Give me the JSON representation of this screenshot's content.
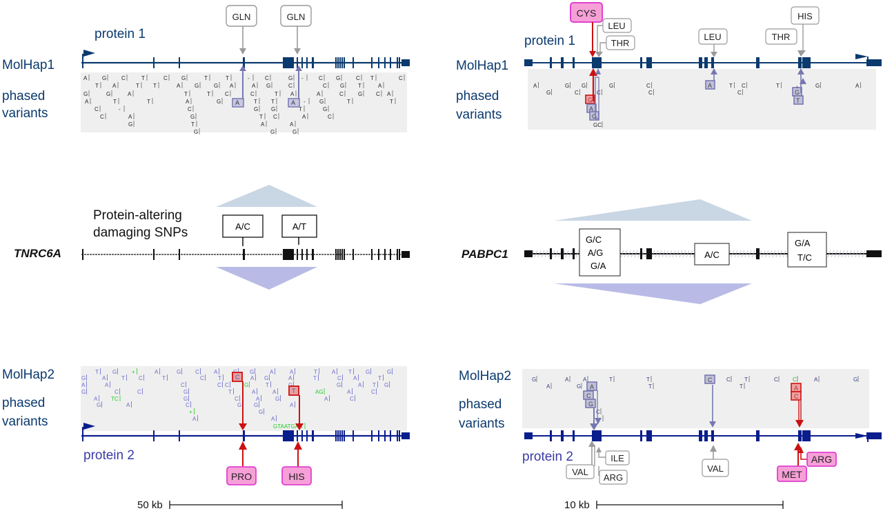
{
  "colors": {
    "hap1_navy": "#0b3a6e",
    "hap2_blue": "#0a1d8c",
    "hap2_text": "#3a3aa8",
    "variant_blue": "#6a6acd",
    "variant_green": "#22cc22",
    "highlight_box": "#7777b0",
    "highlight_red": "#cc1111",
    "pink_fill": "#f7a0d8",
    "pink_border": "#e040d0",
    "panel_bg": "#efefef",
    "gray_arrow": "#9a9a9a",
    "trap_top": "#c9d6e4",
    "trap_bottom": "#b9bbe6"
  },
  "left": {
    "gene": "TNRC6A",
    "protein1_label": "protein 1",
    "molhap1_label": "MolHap1",
    "phased_label_1": "phased",
    "phased_label_2": "variants",
    "molhap2_label": "MolHap2",
    "protein2_label": "protein 2",
    "annotation_title_1": "Protein-altering",
    "annotation_title_2": "damaging SNPs",
    "snps": [
      "A/C",
      "A/T"
    ],
    "hap1_aa": [
      "GLN",
      "GLN"
    ],
    "hap2_aa": [
      "PRO",
      "HIS"
    ],
    "hap1_variants": [
      {
        "t": "A",
        "c": 0,
        "r": 0
      },
      {
        "t": "G",
        "c": 1,
        "r": 0
      },
      {
        "t": "C",
        "c": 2,
        "r": 0
      },
      {
        "t": "T",
        "c": 3,
        "r": 0
      },
      {
        "t": "C",
        "c": 4,
        "r": 0
      },
      {
        "t": "G",
        "c": 5,
        "r": 0
      },
      {
        "t": "T",
        "c": 6,
        "r": 0
      },
      {
        "t": "T",
        "c": 7,
        "r": 0
      },
      {
        "t": "-",
        "c": 8,
        "r": 0
      },
      {
        "t": "C",
        "c": 9,
        "r": 0
      },
      {
        "t": "G",
        "c": 10,
        "r": 0
      },
      {
        "t": "-",
        "c": 11,
        "r": 0
      },
      {
        "t": "C",
        "c": 12,
        "r": 0
      },
      {
        "t": "G",
        "c": 13,
        "r": 0
      },
      {
        "t": "C",
        "c": 14,
        "r": 0
      },
      {
        "t": "T",
        "c": 15,
        "r": 0
      },
      {
        "t": "C",
        "c": 16,
        "r": 0
      },
      {
        "t": "",
        "c": 0,
        "r": 1
      },
      {
        "t": "T",
        "c": 1,
        "r": 1
      },
      {
        "t": "A",
        "c": 2,
        "r": 1
      },
      {
        "t": "T",
        "c": 3,
        "r": 1
      },
      {
        "t": "T",
        "c": 4,
        "r": 1
      },
      {
        "t": "A",
        "c": 5,
        "r": 1
      },
      {
        "t": "G",
        "c": 6,
        "r": 1
      },
      {
        "t": "G",
        "c": 7,
        "r": 1
      },
      {
        "t": "A",
        "c": 8,
        "r": 1
      },
      {
        "t": "A",
        "c": 9,
        "r": 1
      },
      {
        "t": "G",
        "c": 10,
        "r": 1
      },
      {
        "t": "C",
        "c": 11,
        "r": 1
      },
      {
        "t": "C",
        "c": 12,
        "r": 1
      },
      {
        "t": "G",
        "c": 13,
        "r": 1
      },
      {
        "t": "T",
        "c": 14,
        "r": 1
      },
      {
        "t": "A",
        "c": 15,
        "r": 1
      },
      {
        "t": "G",
        "c": 0,
        "r": 2
      },
      {
        "t": "G",
        "c": 1,
        "r": 2
      },
      {
        "t": "A",
        "c": 2,
        "r": 2
      },
      {
        "t": "T",
        "c": 3,
        "r": 2
      },
      {
        "t": "T",
        "c": 4,
        "r": 2
      },
      {
        "t": "C",
        "c": 5,
        "r": 2
      },
      {
        "t": "C",
        "c": 6,
        "r": 2
      },
      {
        "t": "T",
        "c": 7,
        "r": 2
      },
      {
        "t": "A",
        "c": 8,
        "r": 2
      },
      {
        "t": "A",
        "c": 9,
        "r": 2
      },
      {
        "t": "C",
        "c": 10,
        "r": 2
      },
      {
        "t": "G",
        "c": 11,
        "r": 2
      },
      {
        "t": "C",
        "c": 12,
        "r": 2
      },
      {
        "t": "A",
        "c": 13,
        "r": 2
      },
      {
        "t": "A",
        "c": 0,
        "r": 3
      },
      {
        "t": "T",
        "c": 1,
        "r": 3
      },
      {
        "t": "T",
        "c": 2,
        "r": 3
      },
      {
        "t": "A",
        "c": 3,
        "r": 3
      },
      {
        "t": "G",
        "c": 4,
        "r": 3
      },
      {
        "t": "T",
        "c": 5,
        "r": 3
      },
      {
        "t": "T",
        "c": 6,
        "r": 3
      },
      {
        "t": "-",
        "c": 7,
        "r": 3
      },
      {
        "t": "G",
        "c": 8,
        "r": 3
      },
      {
        "t": "T",
        "c": 9,
        "r": 3
      },
      {
        "t": "T",
        "c": 10,
        "r": 3
      },
      {
        "t": "C",
        "c": 0,
        "r": 4
      },
      {
        "t": "-",
        "c": 1,
        "r": 4
      },
      {
        "t": "C",
        "c": 2,
        "r": 4
      },
      {
        "t": "G",
        "c": 3,
        "r": 4
      },
      {
        "t": "G",
        "c": 4,
        "r": 4
      },
      {
        "t": "T",
        "c": 5,
        "r": 4
      },
      {
        "t": "G",
        "c": 6,
        "r": 4
      },
      {
        "t": "C",
        "c": 0,
        "r": 5
      },
      {
        "t": "A",
        "c": 1,
        "r": 5
      },
      {
        "t": "G",
        "c": 2,
        "r": 5
      },
      {
        "t": "T",
        "c": 3,
        "r": 5
      },
      {
        "t": "C",
        "c": 4,
        "r": 5
      },
      {
        "t": "A",
        "c": 5,
        "r": 5
      },
      {
        "t": "C",
        "c": 6,
        "r": 5
      },
      {
        "t": "G",
        "c": 0,
        "r": 6
      },
      {
        "t": "T",
        "c": 1,
        "r": 6
      },
      {
        "t": "A",
        "c": 2,
        "r": 6
      },
      {
        "t": "A",
        "c": 3,
        "r": 6
      },
      {
        "t": "G",
        "c": 0,
        "r": 7
      },
      {
        "t": "G",
        "c": 1,
        "r": 7
      },
      {
        "t": "G",
        "c": 2,
        "r": 7
      }
    ],
    "hap1_boxed": [
      "A",
      "A"
    ],
    "hap2_variants": [
      {
        "t": "T",
        "g": false
      },
      {
        "t": "G",
        "g": false
      },
      {
        "t": "+",
        "g": true
      },
      {
        "t": "A",
        "g": false
      },
      {
        "t": "G",
        "g": false
      },
      {
        "t": "C",
        "g": false
      },
      {
        "t": "A",
        "g": false
      },
      {
        "t": "C",
        "g": false
      },
      {
        "t": "G",
        "g": false
      },
      {
        "t": "A",
        "g": false
      },
      {
        "t": "A",
        "g": false
      },
      {
        "t": "T",
        "g": false
      },
      {
        "t": "A",
        "g": false
      },
      {
        "t": "T",
        "g": false
      },
      {
        "t": "G",
        "g": false
      },
      {
        "t": "G",
        "g": false
      },
      {
        "t": "G",
        "g": false
      },
      {
        "t": "A",
        "g": false
      },
      {
        "t": "T",
        "g": false
      },
      {
        "t": "C",
        "g": false
      },
      {
        "t": "T",
        "g": false
      },
      {
        "t": "C",
        "g": false
      },
      {
        "t": "T",
        "g": false
      },
      {
        "t": "A",
        "g": false
      },
      {
        "t": "G",
        "g": false
      },
      {
        "t": "A",
        "g": false
      },
      {
        "t": "T",
        "g": false
      },
      {
        "t": "C",
        "g": false
      },
      {
        "t": "A",
        "g": false
      },
      {
        "t": "T",
        "g": false
      },
      {
        "t": "A",
        "g": false
      },
      {
        "t": "A",
        "g": false
      },
      {
        "t": "C",
        "g": false
      },
      {
        "t": "C",
        "g": false
      },
      {
        "t": "C",
        "g": false
      },
      {
        "t": "G",
        "g": true
      },
      {
        "t": "T",
        "g": false
      },
      {
        "t": "G",
        "g": false
      },
      {
        "t": "G",
        "g": false
      },
      {
        "t": "A",
        "g": false
      },
      {
        "t": "T",
        "g": false
      },
      {
        "t": "G",
        "g": false
      },
      {
        "t": "G",
        "g": false
      },
      {
        "t": "C",
        "g": false
      },
      {
        "t": "C",
        "g": false
      },
      {
        "t": "G",
        "g": false
      },
      {
        "t": "T",
        "g": false
      },
      {
        "t": "A",
        "g": false
      },
      {
        "t": "A",
        "g": false
      },
      {
        "t": "AG",
        "g": true
      },
      {
        "t": "A",
        "g": false
      },
      {
        "t": "C",
        "g": false
      },
      {
        "t": "A",
        "g": false
      },
      {
        "t": "TC",
        "g": true
      },
      {
        "t": "G",
        "g": false
      },
      {
        "t": "C",
        "g": false
      },
      {
        "t": "A",
        "g": false
      },
      {
        "t": "G",
        "g": false
      },
      {
        "t": "A",
        "g": false
      },
      {
        "t": "C",
        "g": false
      },
      {
        "t": "G",
        "g": false
      },
      {
        "t": "A",
        "g": false
      },
      {
        "t": "C",
        "g": false
      },
      {
        "t": "G",
        "g": false
      },
      {
        "t": "G",
        "g": false
      },
      {
        "t": "A",
        "g": false
      },
      {
        "t": "+",
        "g": true
      },
      {
        "t": "G",
        "g": false
      },
      {
        "t": "A",
        "g": false
      },
      {
        "t": "A",
        "g": false
      },
      {
        "t": "GTAATGAA",
        "g": true
      }
    ],
    "hap2_boxed": [
      "C",
      "T"
    ],
    "scale_label": "50 kb"
  },
  "right": {
    "gene": "PABPC1",
    "protein1_label": "protein 1",
    "molhap1_label": "MolHap1",
    "phased_label_1": "phased",
    "phased_label_2": "variants",
    "molhap2_label": "MolHap2",
    "protein2_label": "protein 2",
    "snp_boxes": [
      [
        "G/C",
        "A/G",
        "G/A"
      ],
      [
        "A/C"
      ],
      [
        "G/A",
        "T/C"
      ]
    ],
    "hap1_aa": [
      "CYS",
      "LEU",
      "THR",
      "LEU",
      "THR",
      "HIS"
    ],
    "hap1_aa_highlight": "CYS",
    "hap2_aa": [
      "VAL",
      "ILE",
      "ARG",
      "VAL",
      "MET",
      "ARG"
    ],
    "hap2_aa_highlight": [
      "MET",
      "ARG"
    ],
    "hap1_variants": [
      "A",
      "G",
      "G",
      "G",
      "C",
      "C",
      "G",
      "C",
      "C",
      "T",
      "C",
      "C",
      "T",
      "+",
      "G",
      "A",
      "GC"
    ],
    "hap1_boxed": [
      "G",
      "A",
      "G",
      "A",
      "G",
      "T"
    ],
    "hap2_variants": [
      "G",
      "A",
      "A",
      "A",
      "G",
      "T",
      "T",
      "T",
      "C",
      "C",
      "T",
      "T",
      "C",
      "C",
      "A",
      "G",
      "C",
      "+"
    ],
    "hap2_boxed": [
      "A",
      "C",
      "G",
      "C",
      "A",
      "C"
    ],
    "scale_label": "10 kb"
  }
}
